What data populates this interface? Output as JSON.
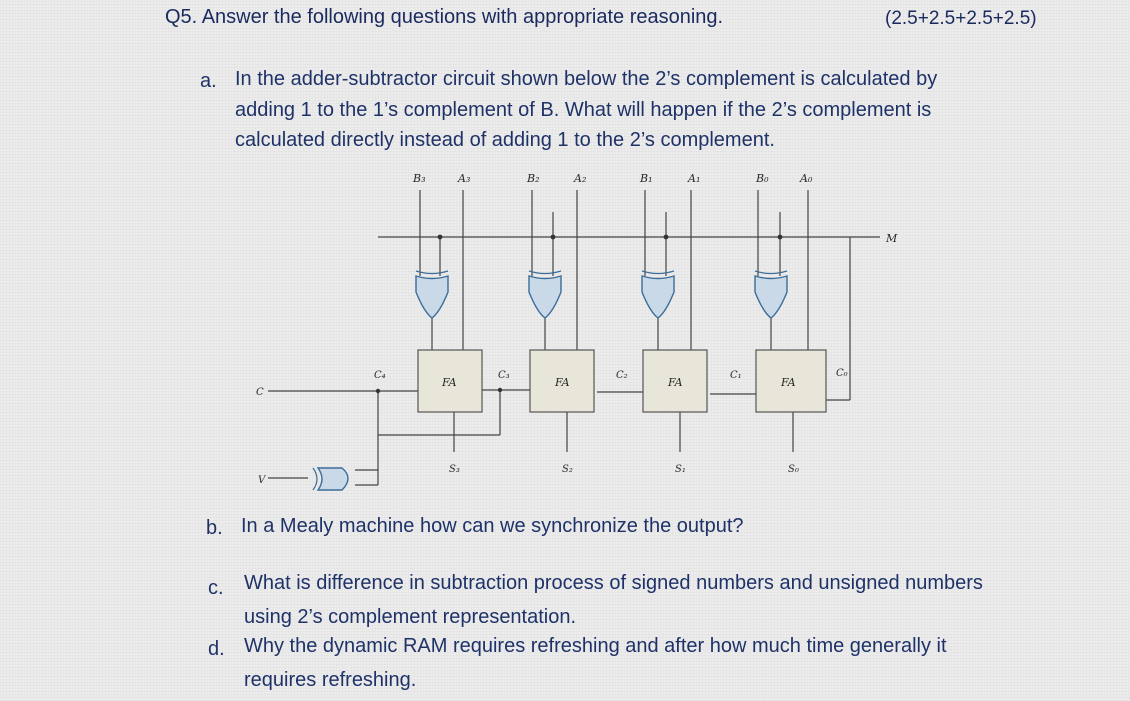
{
  "header": {
    "title": "Q5. Answer the following questions with appropriate reasoning.",
    "marks": "(2.5+2.5+2.5+2.5)"
  },
  "questions": [
    {
      "label": "a.",
      "lines": [
        "In the adder-subtractor circuit shown below the 2’s complement is calculated by",
        "adding 1 to the 1’s complement of B. What will happen if the 2’s complement is",
        "calculated directly instead of adding 1 to the 2’s complement."
      ]
    },
    {
      "label": "b.",
      "lines": [
        "In a Mealy machine how can we synchronize the output?"
      ]
    },
    {
      "label": "c.",
      "lines": [
        "What is difference in subtraction process of signed numbers and unsigned numbers",
        "using 2’s complement representation."
      ]
    },
    {
      "label": "d.",
      "lines": [
        "Why the dynamic RAM requires refreshing and after how much time generally it",
        "requires refreshing."
      ]
    }
  ],
  "diagram": {
    "inputs": [
      {
        "b": "B₃",
        "a": "A₃"
      },
      {
        "b": "B₂",
        "a": "A₂"
      },
      {
        "b": "B₁",
        "a": "A₁"
      },
      {
        "b": "B₀",
        "a": "A₀"
      }
    ],
    "mode_label": "M",
    "fa_label": "FA",
    "carries": [
      "C₄",
      "C₃",
      "C₂",
      "C₁",
      "C₀"
    ],
    "sums": [
      "S₃",
      "S₂",
      "S₁",
      "S₀"
    ],
    "c_out_label": "C",
    "v_label": "V"
  }
}
